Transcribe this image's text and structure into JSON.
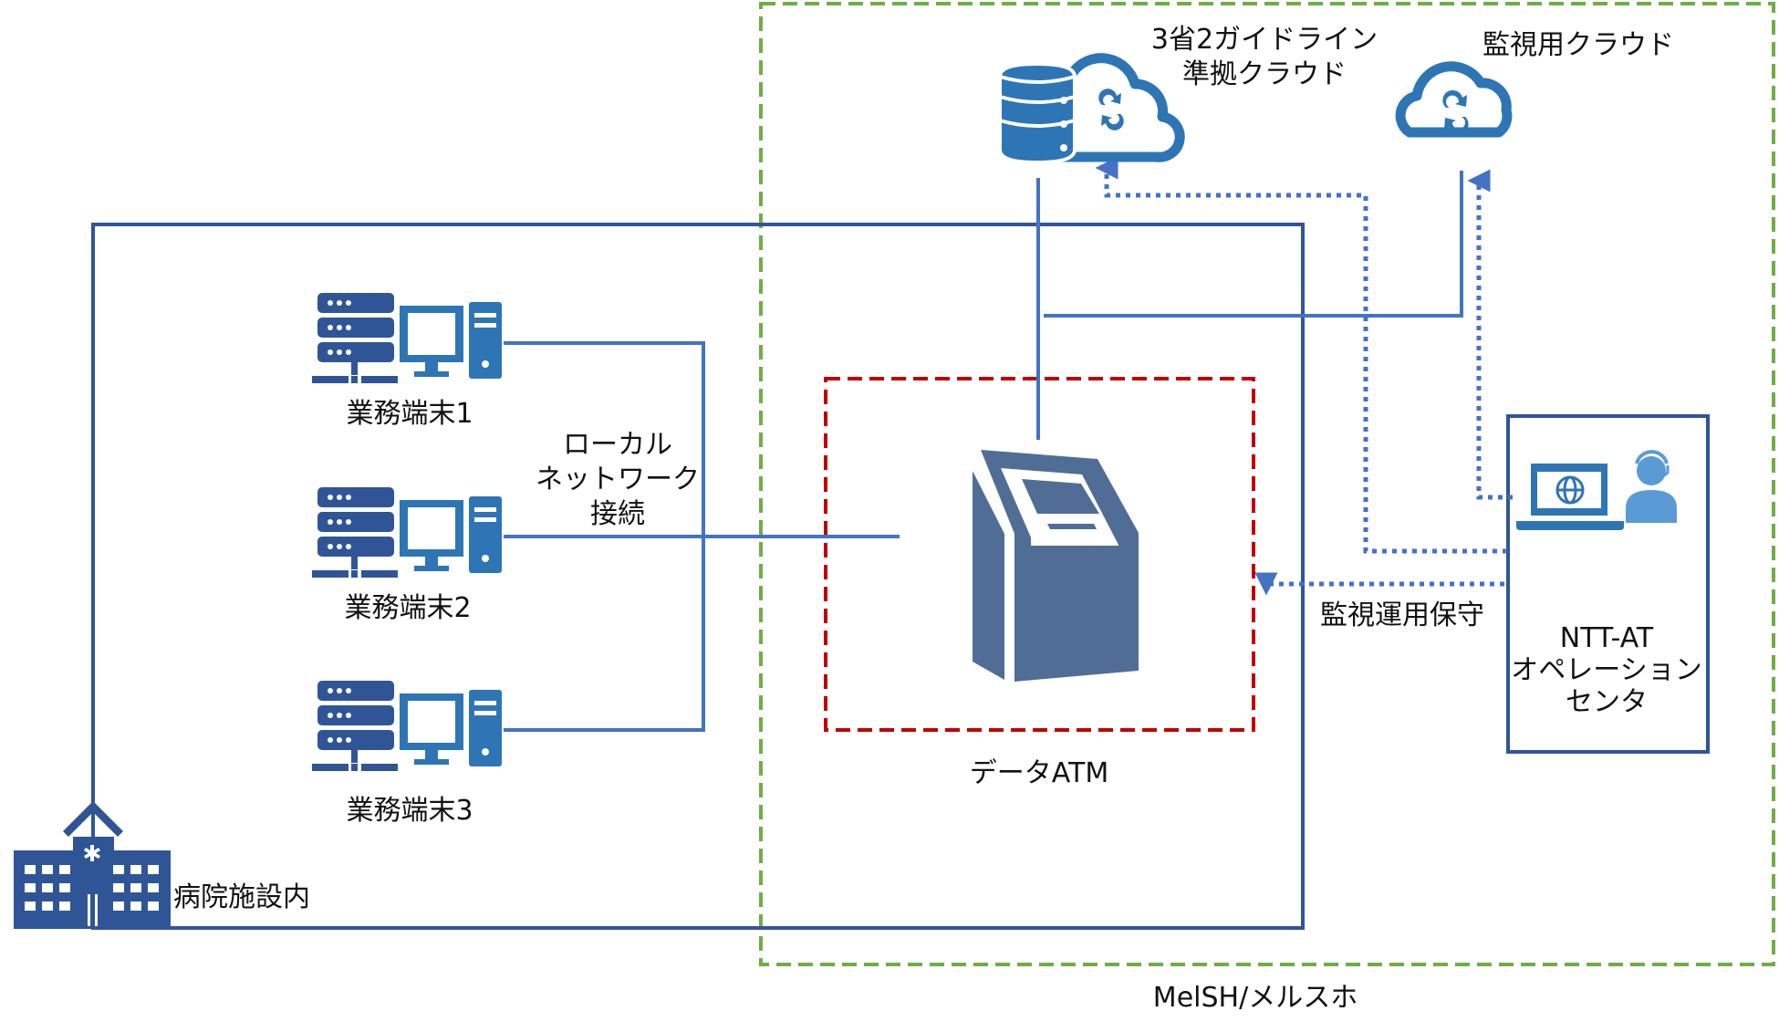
{
  "diagram": {
    "title": "MelSH/メルスホ",
    "colors": {
      "hospital_line": "#2f5597",
      "network_line": "#4472c4",
      "icon_blue": "#2e75b6",
      "atm_fill": "#506d96",
      "service_boundary": "#70ad47",
      "atm_boundary": "#c00000",
      "operator_light": "#5b9bd5"
    },
    "nodes": {
      "guideline_cloud": {
        "label_line1": "3省2ガイドライン",
        "label_line2": "準拠クラウド",
        "icon": "database-cloud-icon"
      },
      "monitoring_cloud": {
        "label": "監視用クラウド",
        "icon": "cloud-sync-icon"
      },
      "terminals": [
        {
          "label": "業務端末1",
          "icon": "server-pc-icon"
        },
        {
          "label": "業務端末2",
          "icon": "server-pc-icon"
        },
        {
          "label": "業務端末3",
          "icon": "server-pc-icon"
        }
      ],
      "local_network": {
        "line1": "ローカル",
        "line2": "ネットワーク",
        "line3": "接続"
      },
      "data_atm": {
        "label": "データATM",
        "icon": "atm-kiosk-icon"
      },
      "hospital": {
        "label": "病院施設内",
        "icon": "hospital-icon"
      },
      "operation_center": {
        "line1": "NTT-AT",
        "line2": "オペレーション",
        "line3": "センタ",
        "icon": "operator-laptop-icon"
      },
      "maintenance": {
        "label": "監視運用保守"
      }
    }
  }
}
